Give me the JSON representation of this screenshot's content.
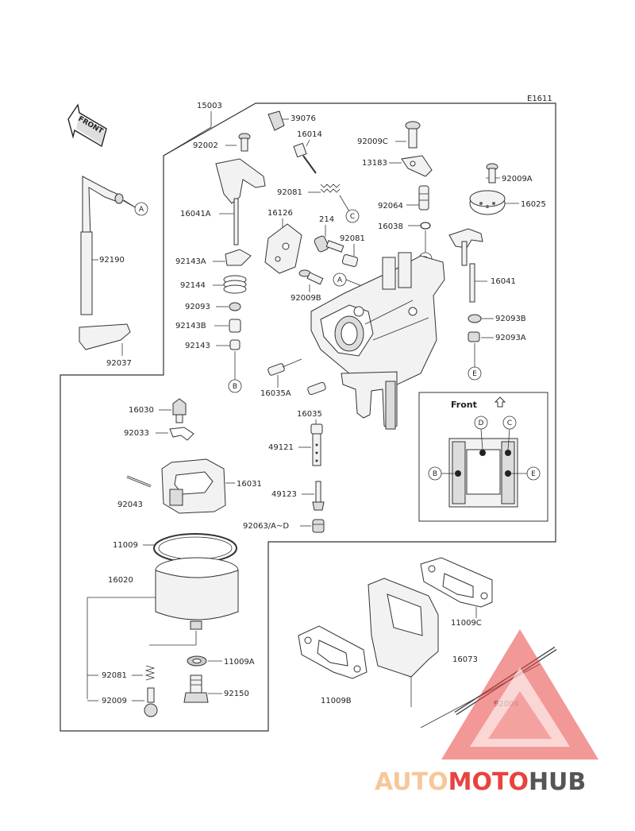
{
  "diagram": {
    "ref_code": "E1611",
    "front_arrow": "FRONT",
    "inset_title": "Front",
    "callouts": {
      "A": "A",
      "B": "B",
      "C": "C",
      "D": "D",
      "E": "E"
    },
    "parts": {
      "p15003": "15003",
      "p39076": "39076",
      "p16014": "16014",
      "p92002": "92002",
      "p92009C": "92009C",
      "p13183": "13183",
      "p92081a": "92081",
      "p92064": "92064",
      "p92009A": "92009A",
      "p16025": "16025",
      "p16041A": "16041A",
      "p16126": "16126",
      "p214": "214",
      "p16038": "16038",
      "p92081b": "92081",
      "p92143A": "92143A",
      "p16041": "16041",
      "p92144": "92144",
      "p92009B": "92009B",
      "p92093": "92093",
      "p92093B": "92093B",
      "p92143B": "92143B",
      "p92093A": "92093A",
      "p92143": "92143",
      "p92190": "92190",
      "p92037": "92037",
      "p16035A": "16035A",
      "p16030": "16030",
      "p16035": "16035",
      "p92033": "92033",
      "p49121": "49121",
      "p16031": "16031",
      "p92043": "92043",
      "p49123": "49123",
      "p92063": "92063/A~D",
      "p11009": "11009",
      "p16020": "16020",
      "p11009C": "11009C",
      "p16073": "16073",
      "p92081c": "92081",
      "p11009A": "11009A",
      "p92009": "92009",
      "p92150": "92150",
      "p11009B": "11009B",
      "p92004": "92004"
    }
  },
  "watermark": {
    "brand_part1": "AUTO",
    "brand_part2": "MOTO",
    "brand_part3": "HUB",
    "color_light": "#f7c79a",
    "color_red": "#e8433f",
    "color_dark": "#555555"
  }
}
